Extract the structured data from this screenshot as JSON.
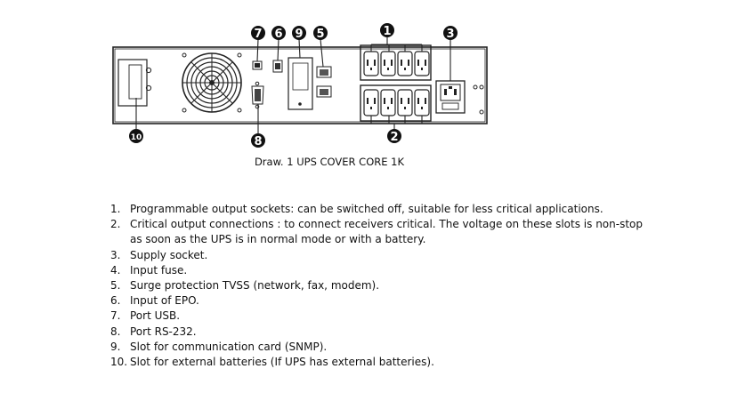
{
  "caption": "Draw. 1 UPS COVER CORE 1K",
  "markers": [
    "7",
    "6",
    "9",
    "5",
    "1",
    "3",
    "10",
    "8",
    "2"
  ],
  "legend": [
    {
      "num": "1.",
      "text": "Programmable output sockets: can be switched off, suitable for less critical applications."
    },
    {
      "num": "2.",
      "text": "Critical output connections : to connect receivers critical. The voltage on these slots is non-stop as soon as the UPS is in normal mode or with a battery."
    },
    {
      "num": "3.",
      "text": "Supply socket."
    },
    {
      "num": "4.",
      "text": "Input fuse."
    },
    {
      "num": "5.",
      "text": "Surge protection TVSS (network, fax, modem)."
    },
    {
      "num": "6.",
      "text": "Input of EPO."
    },
    {
      "num": "7.",
      "text": "Port USB."
    },
    {
      "num": "8.",
      "text": "Port RS-232."
    },
    {
      "num": "9.",
      "text": "Slot for communication card (SNMP)."
    },
    {
      "num": "10.",
      "text": "Slot for external batteries (If UPS has external batteries)."
    }
  ]
}
